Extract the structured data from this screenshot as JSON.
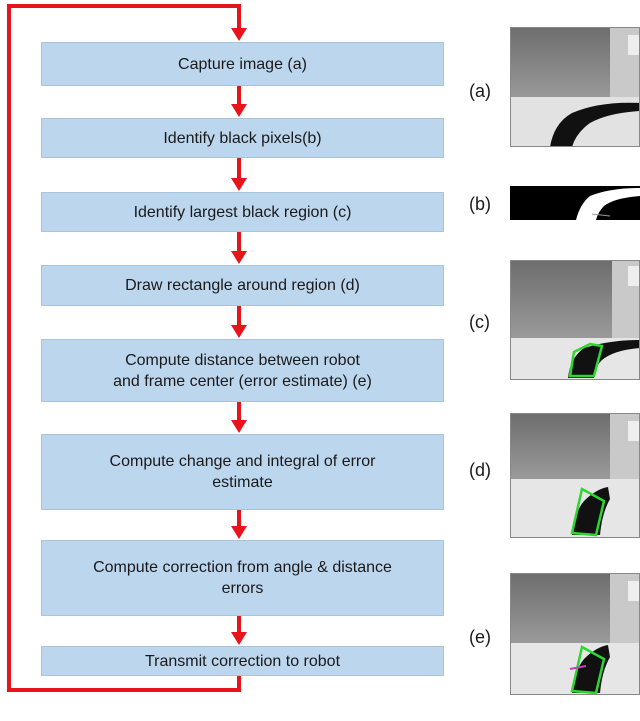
{
  "steps": [
    {
      "text": "Capture image (a)"
    },
    {
      "text": "Identify black pixels(b)"
    },
    {
      "text": "Identify largest black region (c)"
    },
    {
      "text": "Draw rectangle around region (d)"
    },
    {
      "text": "Compute distance between robot\nand frame center (error estimate) (e)"
    },
    {
      "text": "Compute change and integral of error\nestimate"
    },
    {
      "text": "Compute correction from angle & distance\nerrors"
    },
    {
      "text": "Transmit correction to robot"
    }
  ],
  "image_labels": [
    "(a)",
    "(b)",
    "(c)",
    "(d)",
    "(e)"
  ],
  "colors": {
    "step_fill": "#bcd6ee",
    "arrow": "#e8141b",
    "region_outline": "#2fd62f",
    "error_marker": "#c040c0"
  }
}
